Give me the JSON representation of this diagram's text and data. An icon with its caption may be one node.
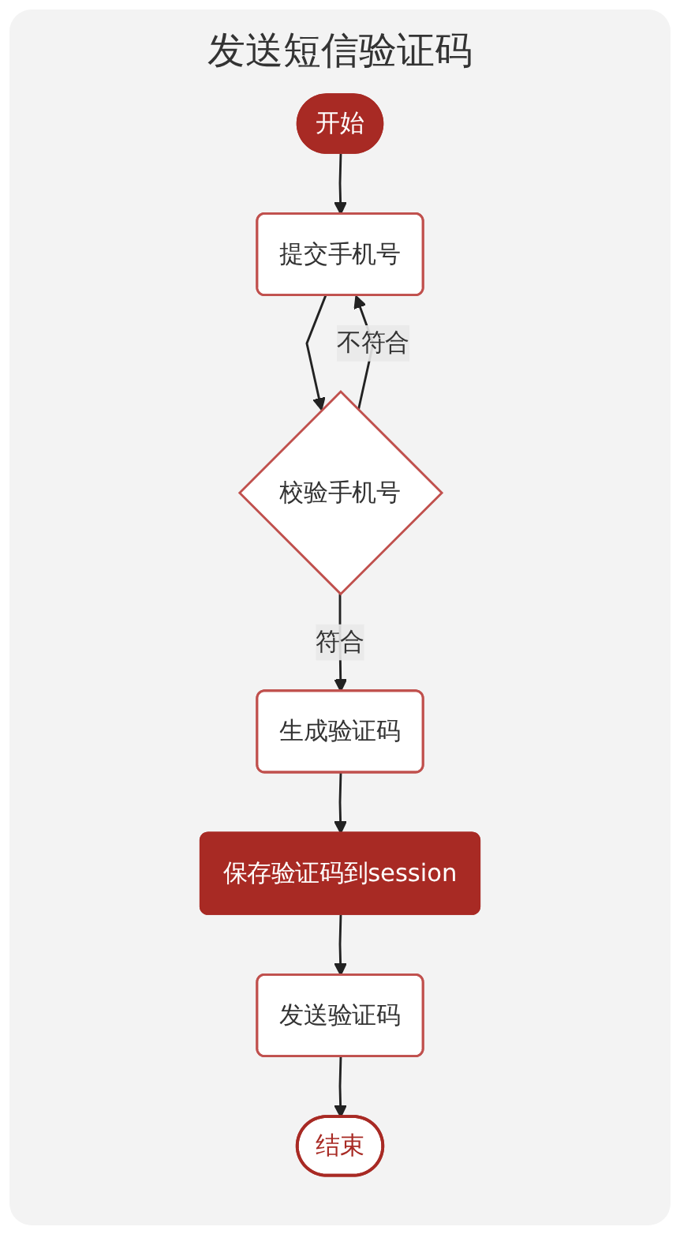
{
  "diagram": {
    "title": "发送短信验证码",
    "nodes": [
      {
        "text": [
          "开始"
        ]
      },
      {
        "text": [
          "提交手机号"
        ]
      },
      {
        "text": [
          "校验手机号"
        ]
      },
      {
        "text": [
          "生成验证码"
        ]
      },
      {
        "text": [
          "保存验证码到session"
        ]
      },
      {
        "text": [
          "发送验证码"
        ]
      },
      {
        "text": [
          "结束"
        ]
      }
    ],
    "edges": [
      {
        "from": 0,
        "to": 1,
        "arrow": "to"
      },
      {
        "from": 1,
        "to": 2,
        "arrow": "to"
      },
      {
        "from": 2,
        "to": 1,
        "arrow": "to",
        "label": "不符合"
      },
      {
        "from": 2,
        "to": 3,
        "arrow": "to",
        "label": "符合"
      },
      {
        "from": 3,
        "to": 4,
        "arrow": "to"
      },
      {
        "from": 4,
        "to": 5,
        "arrow": "to"
      },
      {
        "from": 5,
        "to": 6,
        "arrow": "to"
      }
    ]
  }
}
